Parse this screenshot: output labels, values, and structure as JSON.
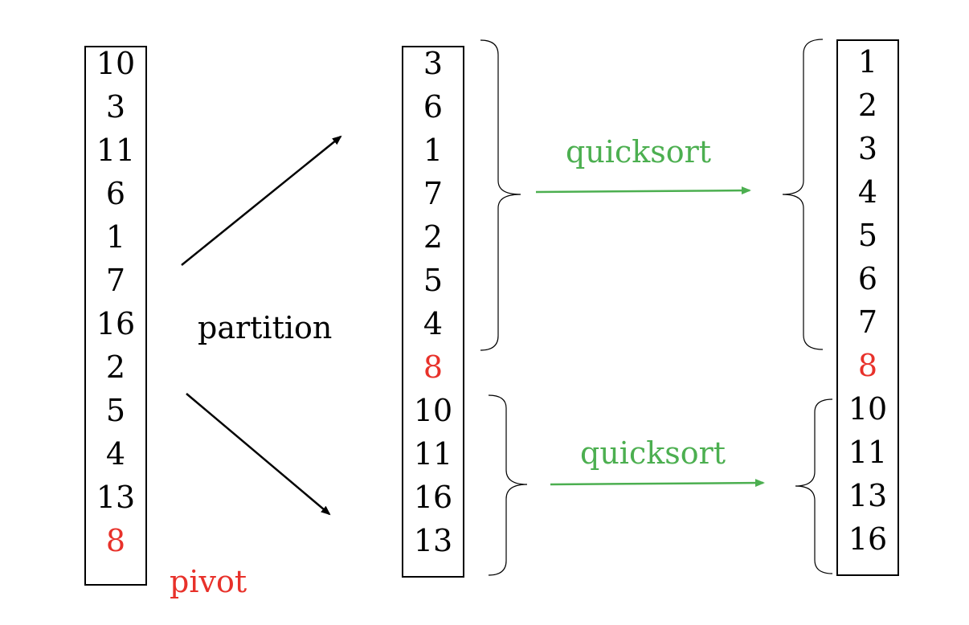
{
  "columns": {
    "original": [
      "10",
      "3",
      "11",
      "6",
      "1",
      "7",
      "16",
      "2",
      "5",
      "4",
      "13",
      "8"
    ],
    "partitioned": [
      "3",
      "6",
      "1",
      "7",
      "2",
      "5",
      "4",
      "8",
      "10",
      "11",
      "16",
      "13"
    ],
    "sorted": [
      "1",
      "2",
      "3",
      "4",
      "5",
      "6",
      "7",
      "8",
      "10",
      "11",
      "13",
      "16"
    ]
  },
  "pivot_value": "8",
  "labels": {
    "partition": "partition",
    "pivot": "pivot",
    "quicksort_top": "quicksort",
    "quicksort_bottom": "quicksort"
  },
  "colors": {
    "pivot": "#e8312a",
    "quicksort": "#4caf50",
    "background_arcs": "#c8c8c8"
  }
}
